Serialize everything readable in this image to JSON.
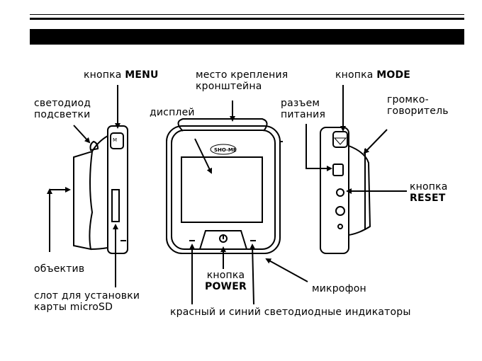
{
  "header_band": "",
  "logo_text": "SHO-ME",
  "labels": {
    "menu_prefix": "кнопка",
    "menu_key": "MENU",
    "mount_line1": "место крепления",
    "mount_line2": "кронштейна",
    "mode_prefix": "кнопка",
    "mode_key": "MODE",
    "led_line1": "светодиод",
    "led_line2": "подсветки",
    "display": "дисплей",
    "power_jack_line1": "разъем",
    "power_jack_line2": "питания",
    "speaker_line1": "громко-",
    "speaker_line2": "говоритель",
    "reset_line1": "кнопка",
    "reset_line2": "RESET",
    "lens": "объектив",
    "power_line1": "кнопка",
    "power_line2": "POWER",
    "microphone": "микрофон",
    "slot_line1": "слот для установки",
    "slot_line2": "карты microSD",
    "indicators": "красный и синий светодиодные индикаторы"
  }
}
